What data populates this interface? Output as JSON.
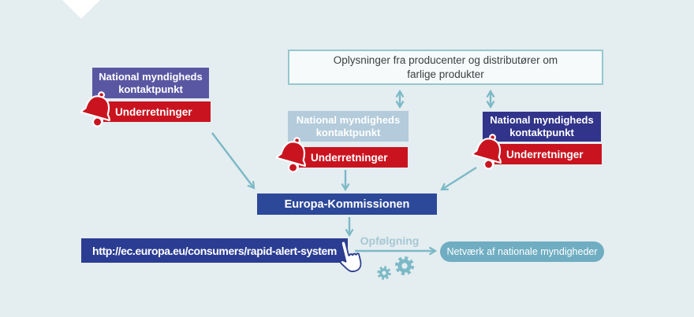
{
  "colors": {
    "bg": "#e4edf0",
    "teal": "#7cb9c6",
    "purple": "#5a57a2",
    "navy": "#31348a",
    "lightblue": "#b3cbdb",
    "red": "#c9141f",
    "blue": "#2c4899",
    "deep": "#2b3d92",
    "pill": "#6fadc2",
    "followtext": "#a6c8d4"
  },
  "info_box": {
    "text": "Oplysninger fra producenter og distributører om farlige produkter"
  },
  "contact_points": [
    {
      "label": "National myndigheds kontaktpunkt",
      "notification": "Underretninger"
    },
    {
      "label": "National myndigheds kontaktpunkt",
      "notification": "Underretninger"
    },
    {
      "label": "National myndigheds kontaktpunkt",
      "notification": "Underretninger"
    }
  ],
  "commission": {
    "label": "Europa-Kommissionen"
  },
  "url_bar": {
    "label": "http://ec.europa.eu/consumers/rapid-alert-system"
  },
  "followup": {
    "label": "Opfølgning"
  },
  "network": {
    "label": "Netværk af nationale myndigheder"
  },
  "icons": {
    "bell": "bell-icon",
    "cursor": "hand-cursor-icon",
    "gears": "gears-icon"
  }
}
